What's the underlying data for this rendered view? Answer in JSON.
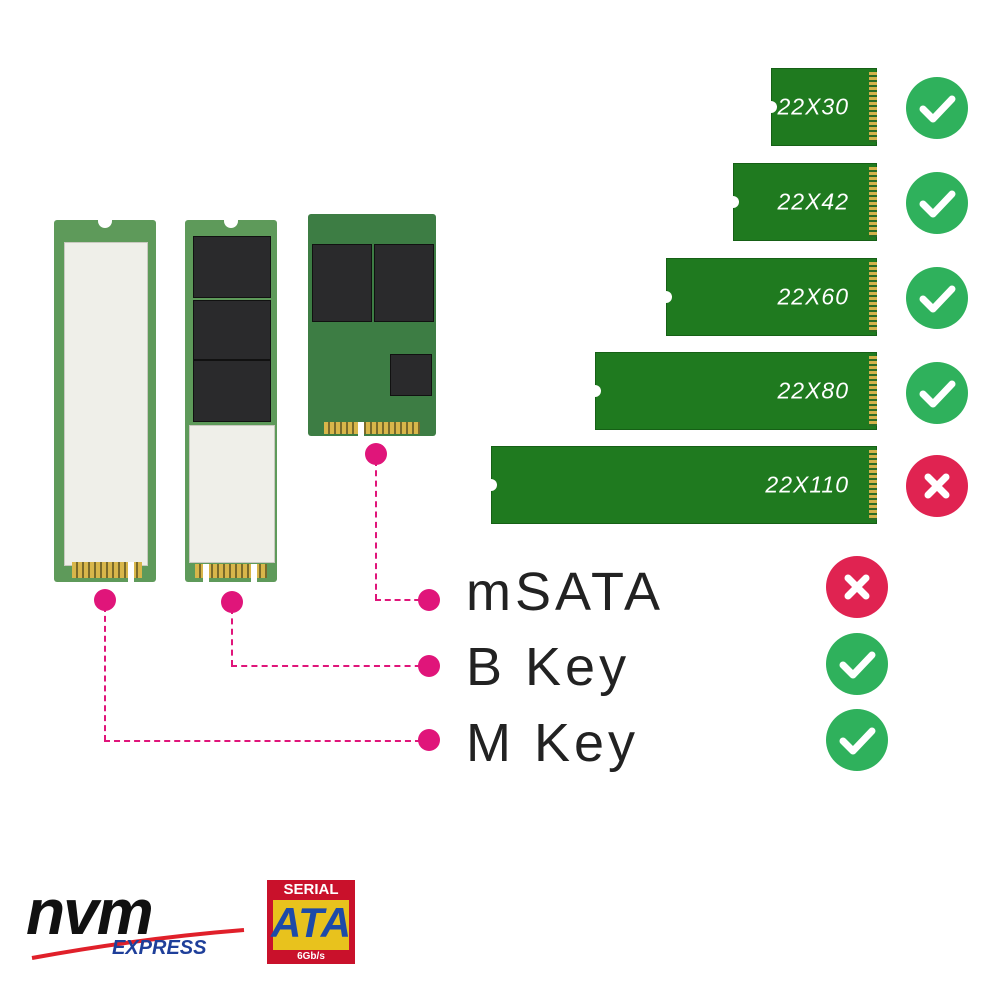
{
  "sizes": [
    {
      "label": "22X30",
      "supported": true
    },
    {
      "label": "22X42",
      "supported": true
    },
    {
      "label": "22X60",
      "supported": true
    },
    {
      "label": "22X80",
      "supported": true
    },
    {
      "label": "22X110",
      "supported": false
    }
  ],
  "keys": [
    {
      "label": "mSATA",
      "supported": false
    },
    {
      "label": "B Key",
      "supported": true
    },
    {
      "label": "M Key",
      "supported": true
    }
  ],
  "logos": {
    "nvm_text": "nvm",
    "nvm_sub": "EXPRESS",
    "sata_top": "SERIAL",
    "sata_main": "ATA",
    "sata_speed": "6Gb/s"
  },
  "colors": {
    "accent": "#e0157a",
    "ok": "#2fb15c",
    "no": "#e02351",
    "bar": "#1f7a1f"
  },
  "icons": {
    "ok": "check-icon",
    "no": "cross-icon"
  }
}
